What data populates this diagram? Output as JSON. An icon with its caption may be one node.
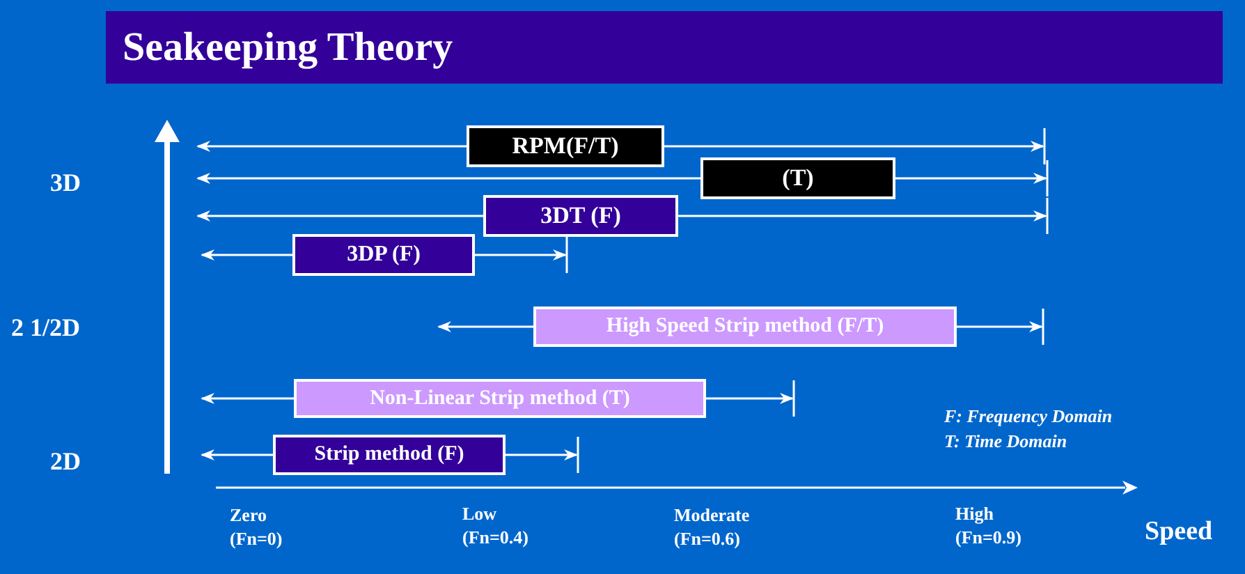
{
  "diagram": {
    "title": "Seakeeping Theory",
    "nodes": [
      {
        "text": [
          "RPM(F/T)"
        ]
      },
      {
        "text": [
          "(T)"
        ]
      },
      {
        "text": [
          "3DT (F)"
        ]
      },
      {
        "text": [
          "3DP (F)"
        ]
      },
      {
        "text": [
          "High Speed Strip method (F/T)"
        ]
      },
      {
        "text": [
          "Non-Linear Strip method (T)"
        ]
      },
      {
        "text": [
          "Strip method (F)"
        ]
      }
    ],
    "labels": [
      "3D",
      "2 1/2D",
      "F: Frequency Domain",
      "T: Time Domain",
      "2D",
      "Zero (Fn=0)",
      "Low (Fn=0.4)",
      "Moderate (Fn=0.6)",
      "High (Fn=0.9)",
      "Speed"
    ]
  }
}
